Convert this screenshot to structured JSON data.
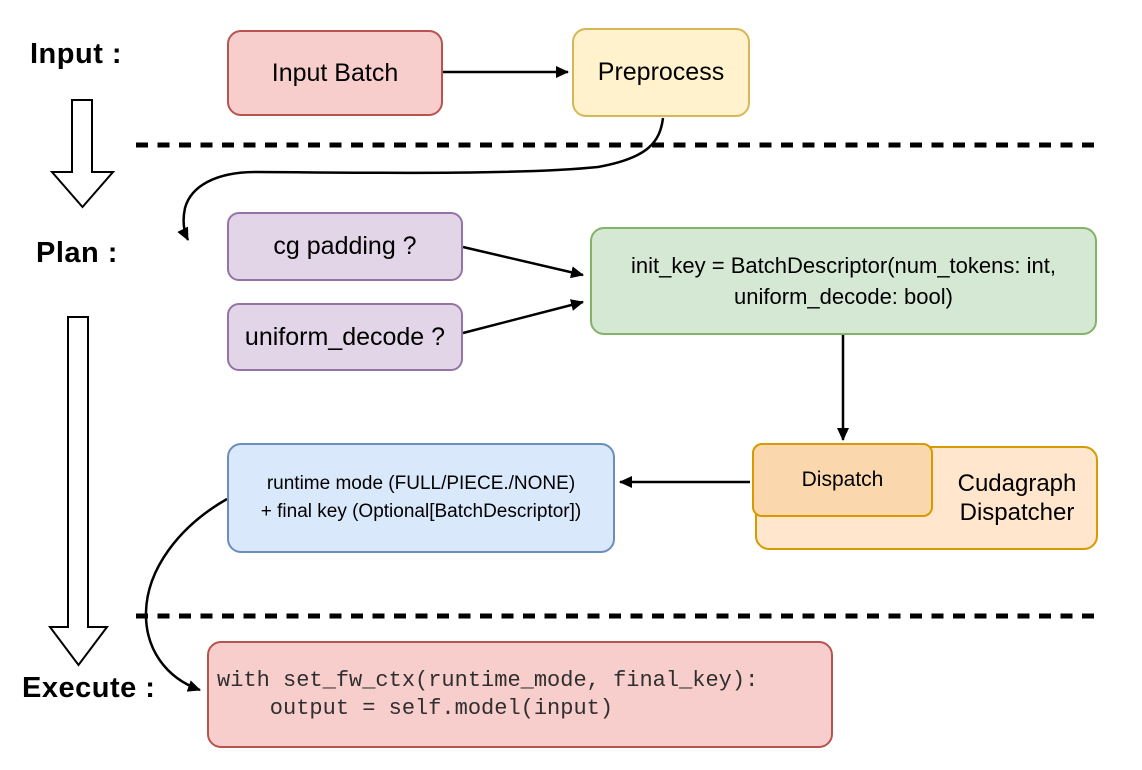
{
  "diagram": {
    "stages": {
      "input": "Input :",
      "plan": "Plan :",
      "execute": "Execute :"
    },
    "nodes": {
      "input_batch": "Input Batch",
      "preprocess": "Preprocess",
      "cg_padding": "cg padding ?",
      "uniform_decode": "uniform_decode ?",
      "init_key_line1": "init_key = BatchDescriptor(num_tokens: int,",
      "init_key_line2": "uniform_decode: bool)",
      "dispatch": "Dispatch",
      "dispatcher_line1": "Cudagraph",
      "dispatcher_line2": "Dispatcher",
      "runtime_line1": "runtime mode (FULL/PIECE./NONE)",
      "runtime_line2": "+ final key (Optional[BatchDescriptor])",
      "code_line1": "with set_fw_ctx(runtime_mode, final_key):",
      "code_line2": "    output = self.model(input)"
    },
    "colors": {
      "pink_fill": "#f8cecc",
      "pink_stroke": "#b85450",
      "yellow_fill": "#fff2cc",
      "yellow_stroke": "#d6b656",
      "purple_fill": "#e1d5e7",
      "purple_stroke": "#9673a6",
      "green_fill": "#d5e8d4",
      "green_stroke": "#82b366",
      "blue_fill": "#dae8fc",
      "blue_stroke": "#6c8ebf",
      "orange_fill": "#ffe6cc",
      "orange_stroke": "#d79b00",
      "peach_fill": "#fad7ac",
      "connector": "#000000"
    }
  }
}
